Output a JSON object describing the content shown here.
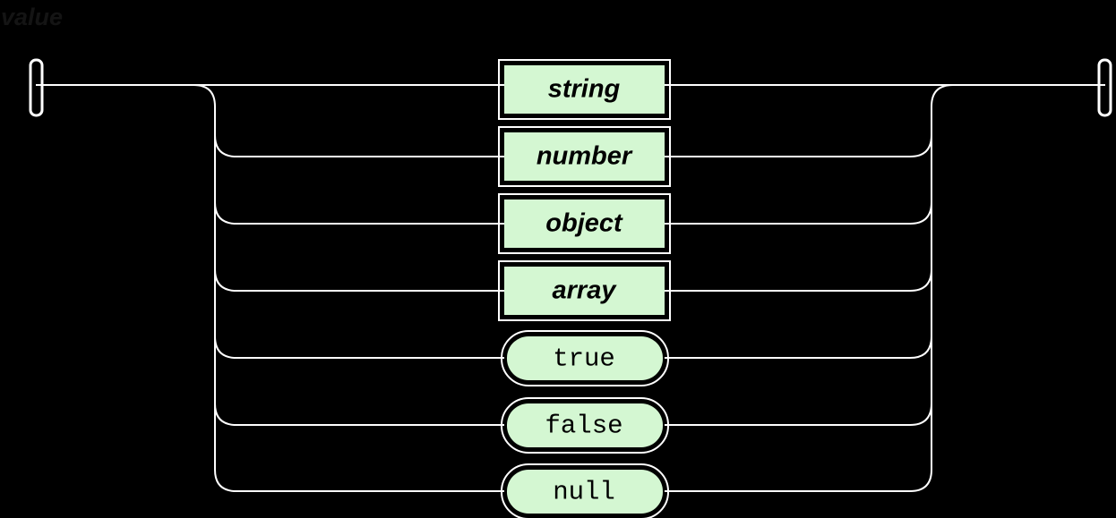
{
  "diagram": {
    "title": "value",
    "kind": "railroad-syntax-diagram",
    "background_color": "#000000",
    "line_color": "#ffffff",
    "box_fill_color": "#d4f7d2",
    "box_text_color": "#000000",
    "title_color": "#141414",
    "start_marker": "vertical-bar",
    "end_marker": "vertical-bar",
    "structure": "alternation",
    "alternatives": [
      {
        "label": "string",
        "shape": "rectangle",
        "type": "nonterminal",
        "row": 1
      },
      {
        "label": "number",
        "shape": "rectangle",
        "type": "nonterminal",
        "row": 2
      },
      {
        "label": "object",
        "shape": "rectangle",
        "type": "nonterminal",
        "row": 3
      },
      {
        "label": "array",
        "shape": "rectangle",
        "type": "nonterminal",
        "row": 4
      },
      {
        "label": "true",
        "shape": "rounded",
        "type": "terminal",
        "row": 5
      },
      {
        "label": "false",
        "shape": "rounded",
        "type": "terminal",
        "row": 6
      },
      {
        "label": "null",
        "shape": "rounded",
        "type": "terminal",
        "row": 7
      }
    ]
  }
}
